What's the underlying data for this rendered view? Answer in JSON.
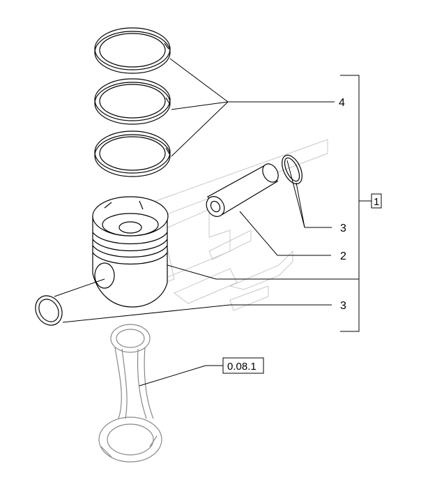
{
  "callouts": {
    "rings_label": "4",
    "assembly_label": "1",
    "circlip_label_top": "3",
    "pin_label": "2",
    "circlip_label_bottom": "3",
    "conrod_ref": "0.08.1"
  }
}
